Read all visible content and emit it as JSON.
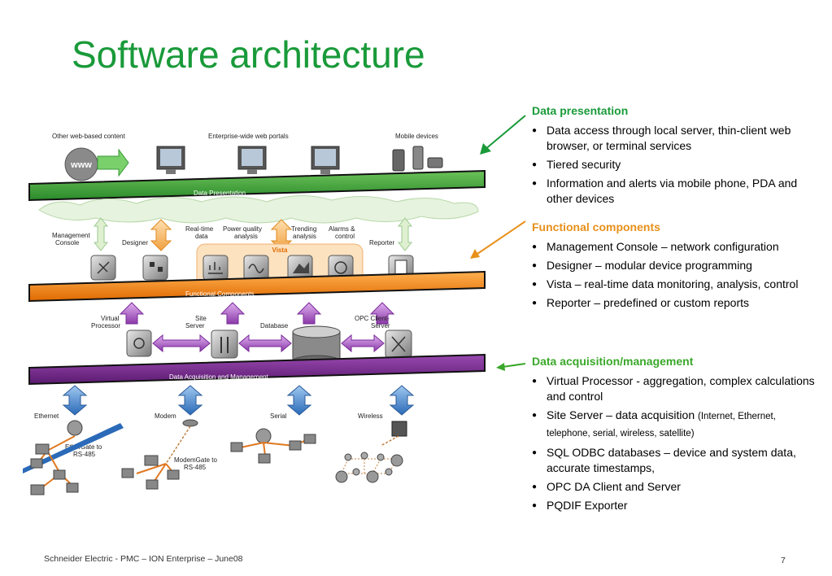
{
  "title": "Software architecture",
  "diagram": {
    "top_labels": [
      "Other web-based content",
      "Enterprise-wide web portals",
      "Mobile devices"
    ],
    "www": "www",
    "layers": [
      "Data Presentation",
      "Functional Components",
      "Data Acquisition and Management"
    ],
    "func": {
      "mgmt1": "Management",
      "mgmt2": "Console",
      "designer": "Designer",
      "rt1": "Real-time",
      "rt2": "data",
      "pq1": "Power quality",
      "pq2": "analysis",
      "tr1": "Trending",
      "tr2": "analysis",
      "al1": "Alarms &",
      "al2": "control",
      "reporter": "Reporter",
      "vista": "Vista"
    },
    "acq": {
      "vp1": "Virtual",
      "vp2": "Processor",
      "ss1": "Site",
      "ss2": "Server",
      "db": "Database",
      "opc1": "OPC Client-",
      "opc2": "Server"
    },
    "network": {
      "ethernet": "Ethernet",
      "eg1": "EtherGate to",
      "eg2": "RS-485",
      "modem": "Modem",
      "mg1": "ModemGate to",
      "mg2": "RS-485",
      "serial": "Serial",
      "wireless": "Wireless"
    }
  },
  "sections": [
    {
      "heading": "Data presentation",
      "color": "#1a9a3a",
      "items": [
        "Data access through local server, thin-client web browser, or terminal services",
        "Tiered security",
        "Information and alerts via mobile phone, PDA and other devices"
      ]
    },
    {
      "heading": "Functional components",
      "color": "#e8901a",
      "items": [
        "Management Console –  network configuration",
        "Designer – modular device programming",
        "Vista – real-time data monitoring, analysis, control",
        "Reporter –  predefined or custom reports"
      ]
    },
    {
      "heading": "Data acquisition/management",
      "color": "#3aa82a",
      "items": [
        "Virtual Processor - aggregation, complex calculations and control",
        "Site Server – data acquisition ",
        "SQL ODBC databases – device and system data, accurate timestamps,",
        "OPC DA Client and Server",
        "PQDIF Exporter"
      ],
      "site_server_note": "(Internet, Ethernet, telephone, serial, wireless, satellite)"
    }
  ],
  "footer": "Schneider Electric    - PMC – ION Enterprise  – June08",
  "page_number": "7"
}
